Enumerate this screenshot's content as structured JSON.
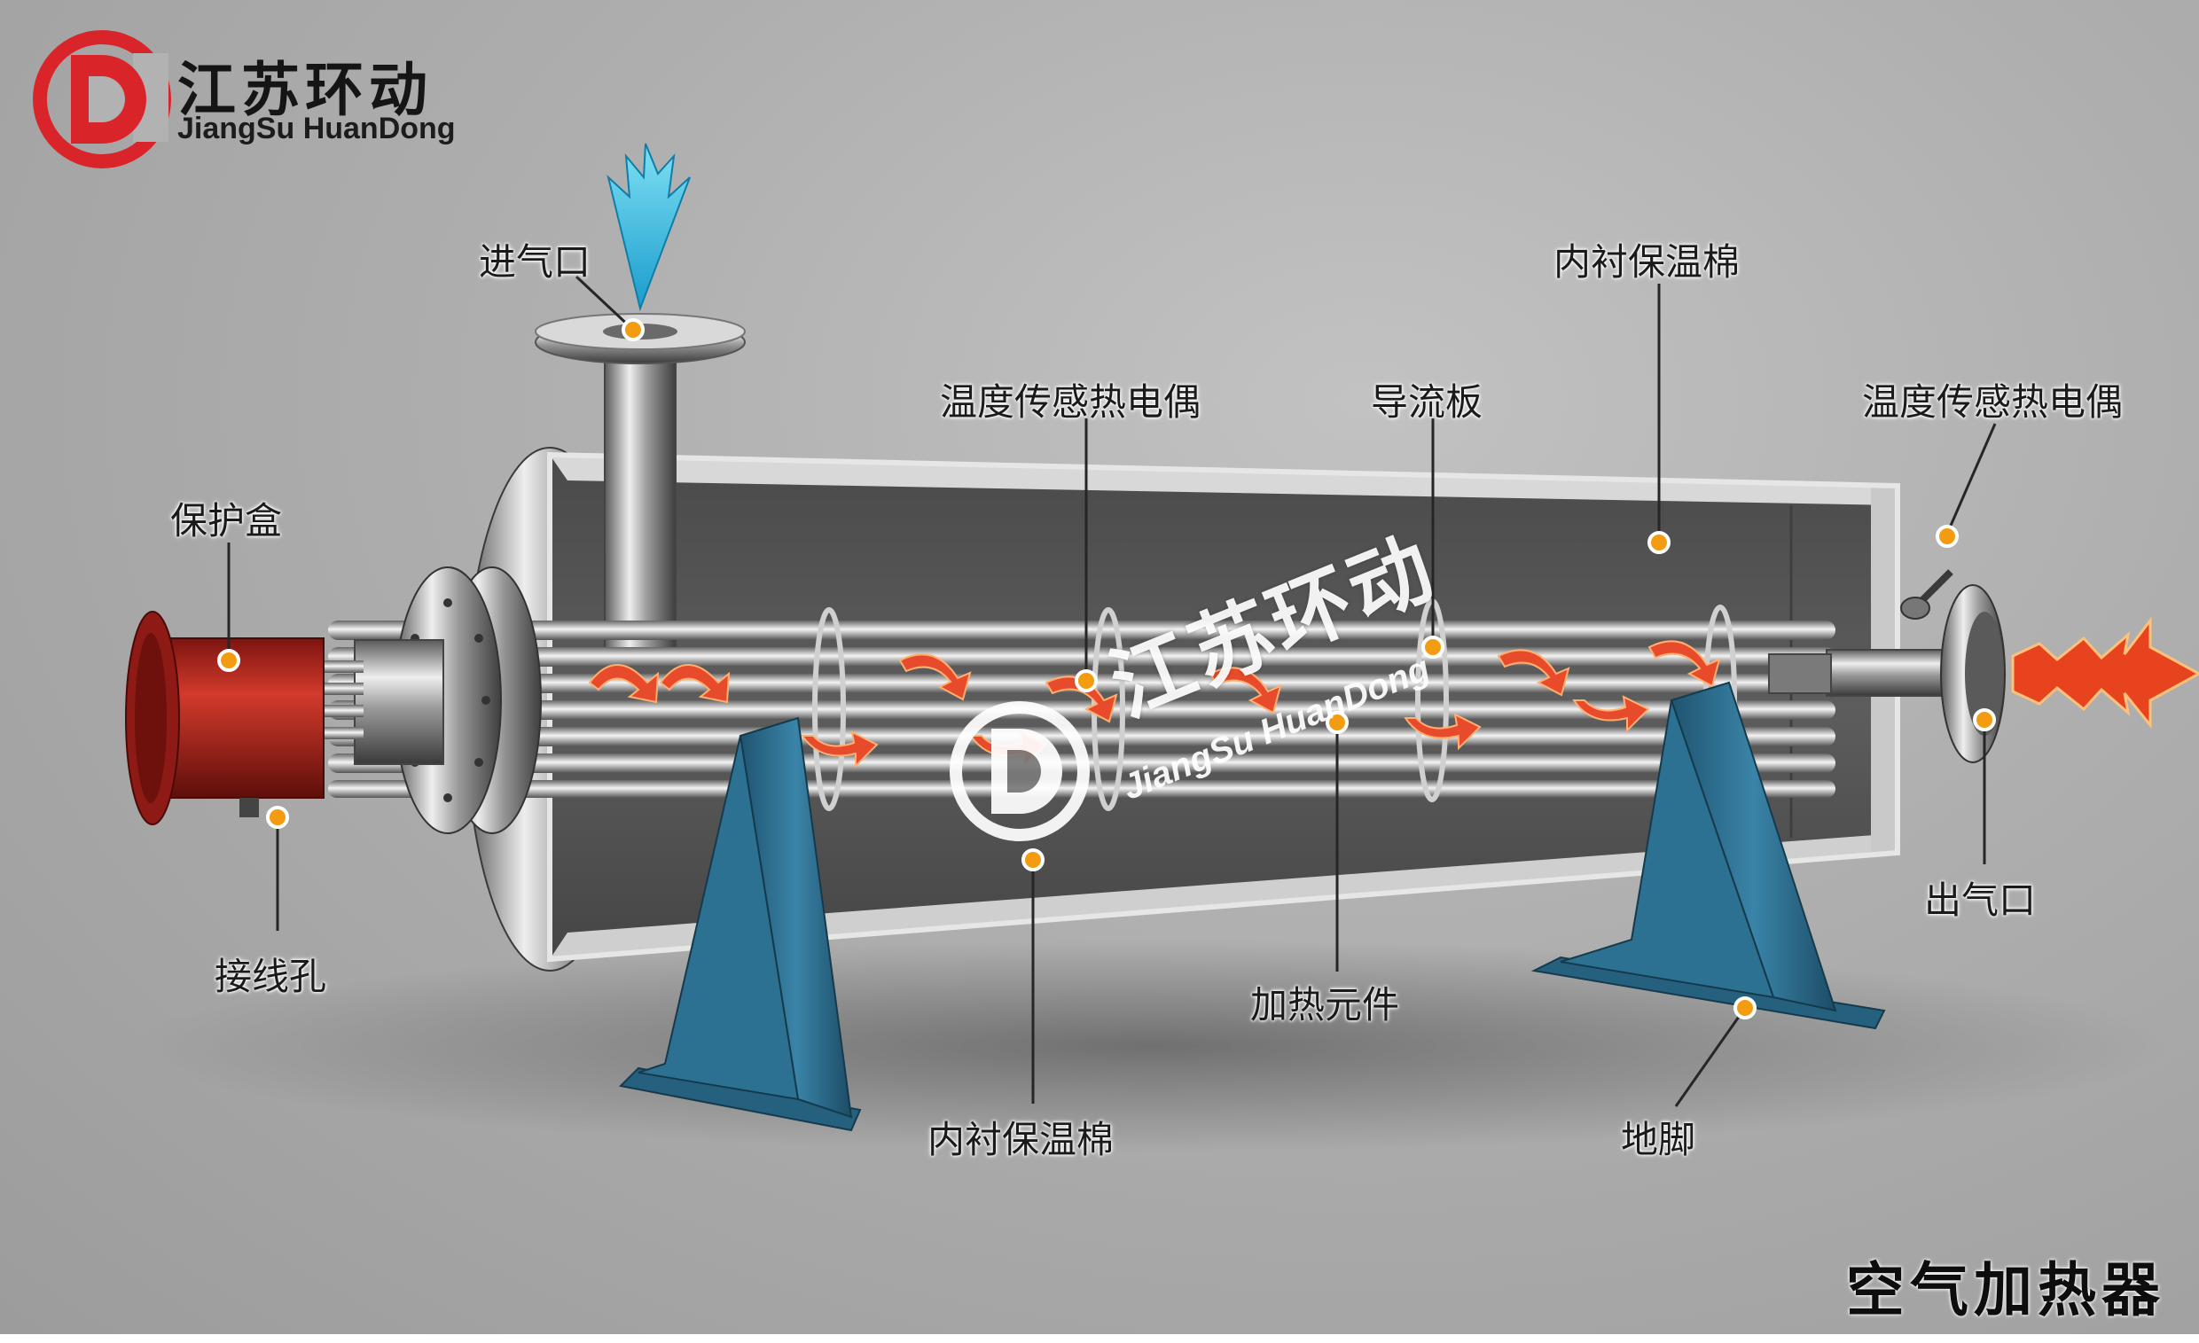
{
  "brand": {
    "name_zh": "江苏环动",
    "name_en": "JiangSu HuanDong",
    "logo_letter": "D",
    "logo_color": "#d9242a"
  },
  "watermark": {
    "name_zh": "江苏环动",
    "name_en": "JiangSu HuanDong"
  },
  "product_title": "空气加热器",
  "labels": {
    "air_inlet": "进气口",
    "inner_insulation_top": "内衬保温棉",
    "thermocouple_center": "温度传感热电偶",
    "baffle": "导流板",
    "thermocouple_right": "温度传感热电偶",
    "protection_box": "保护盒",
    "wiring_hole": "接线孔",
    "air_outlet": "出气口",
    "heating_element": "加热元件",
    "inner_insulation_bottom": "内衬保温棉",
    "feet": "地脚"
  },
  "colors": {
    "marker": "#f39c12",
    "protection_box": "#b0281e",
    "support": "#2e6e8e",
    "inlet_arrow": "#29b6d8",
    "flow_arrow": "#e84a2c"
  }
}
